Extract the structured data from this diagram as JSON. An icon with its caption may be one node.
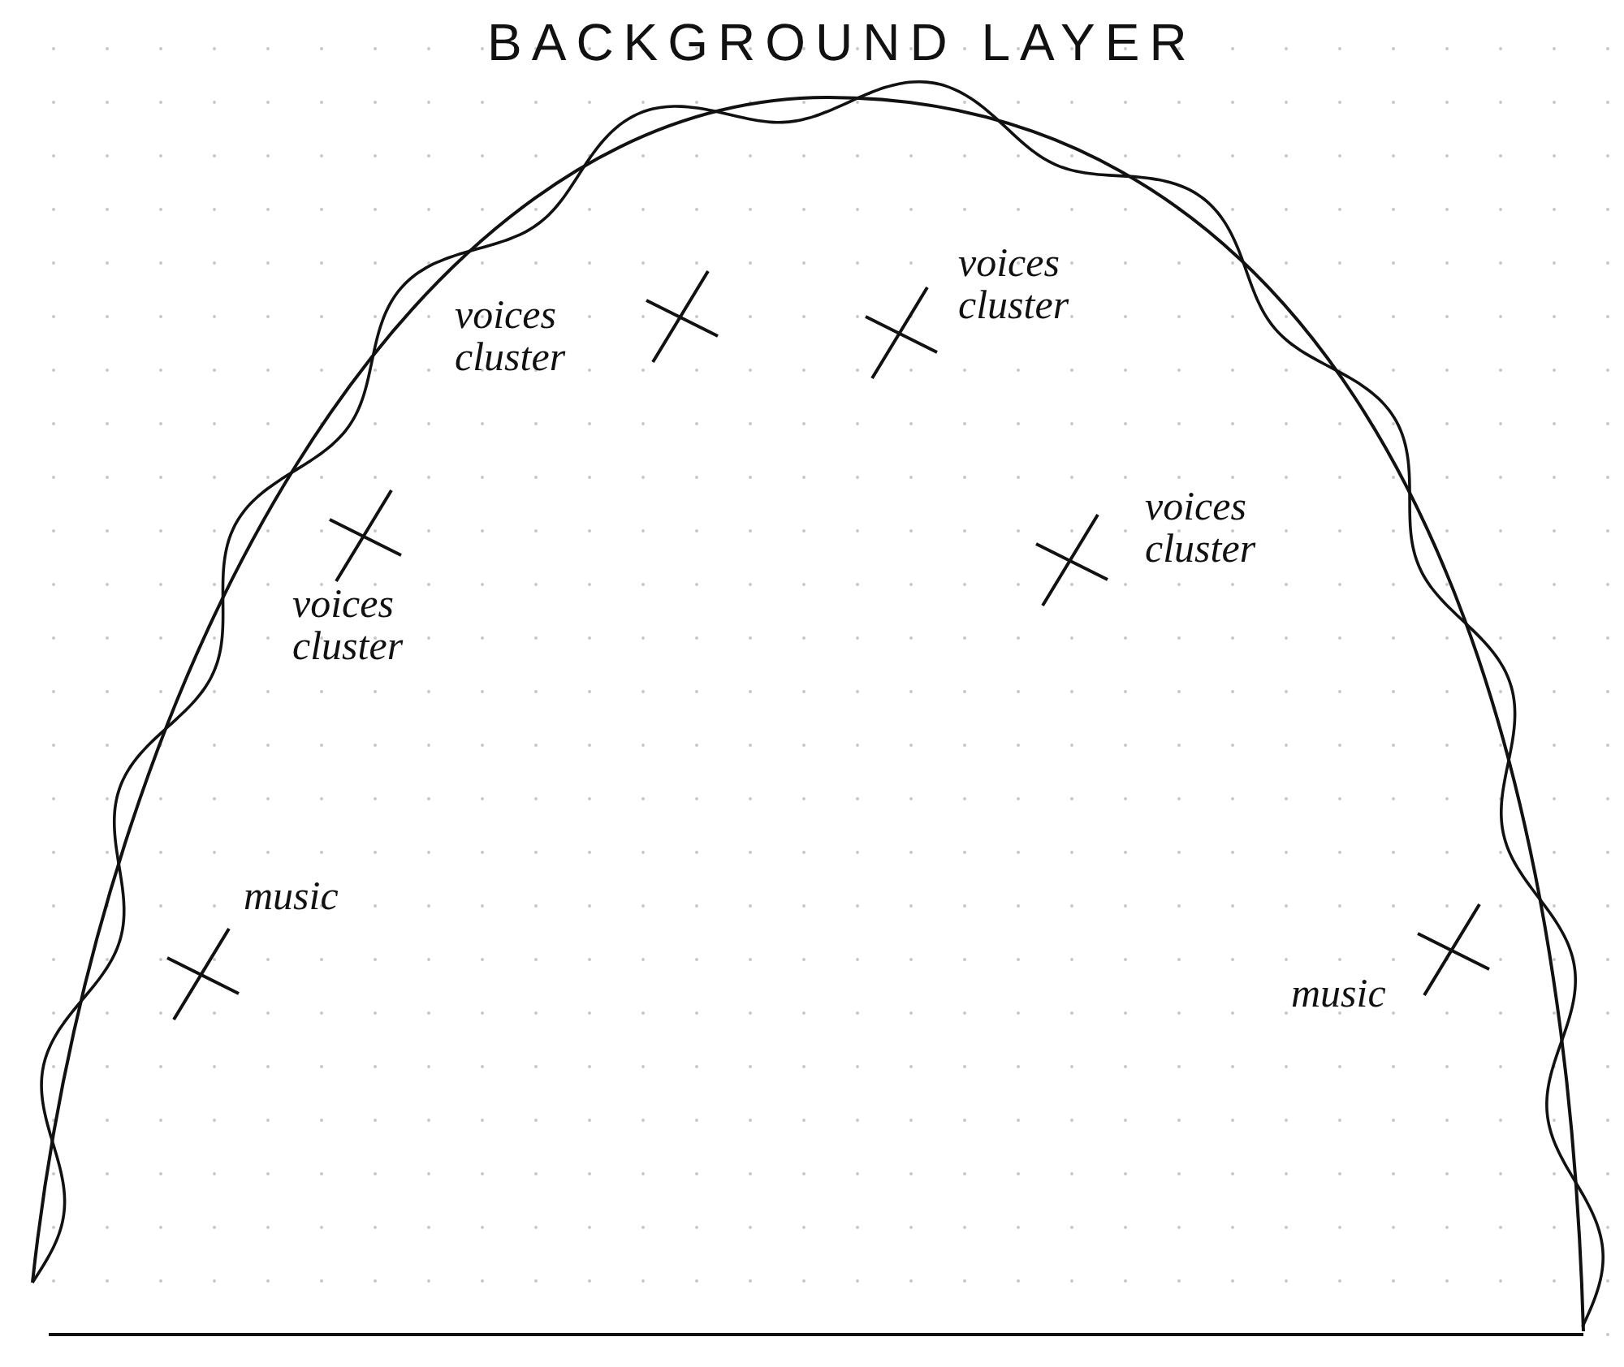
{
  "diagram": {
    "title": "BACKGROUND LAYER",
    "labels": [
      "voices cluster",
      "voices cluster",
      "voices cluster",
      "voices cluster",
      "music",
      "music"
    ]
  }
}
